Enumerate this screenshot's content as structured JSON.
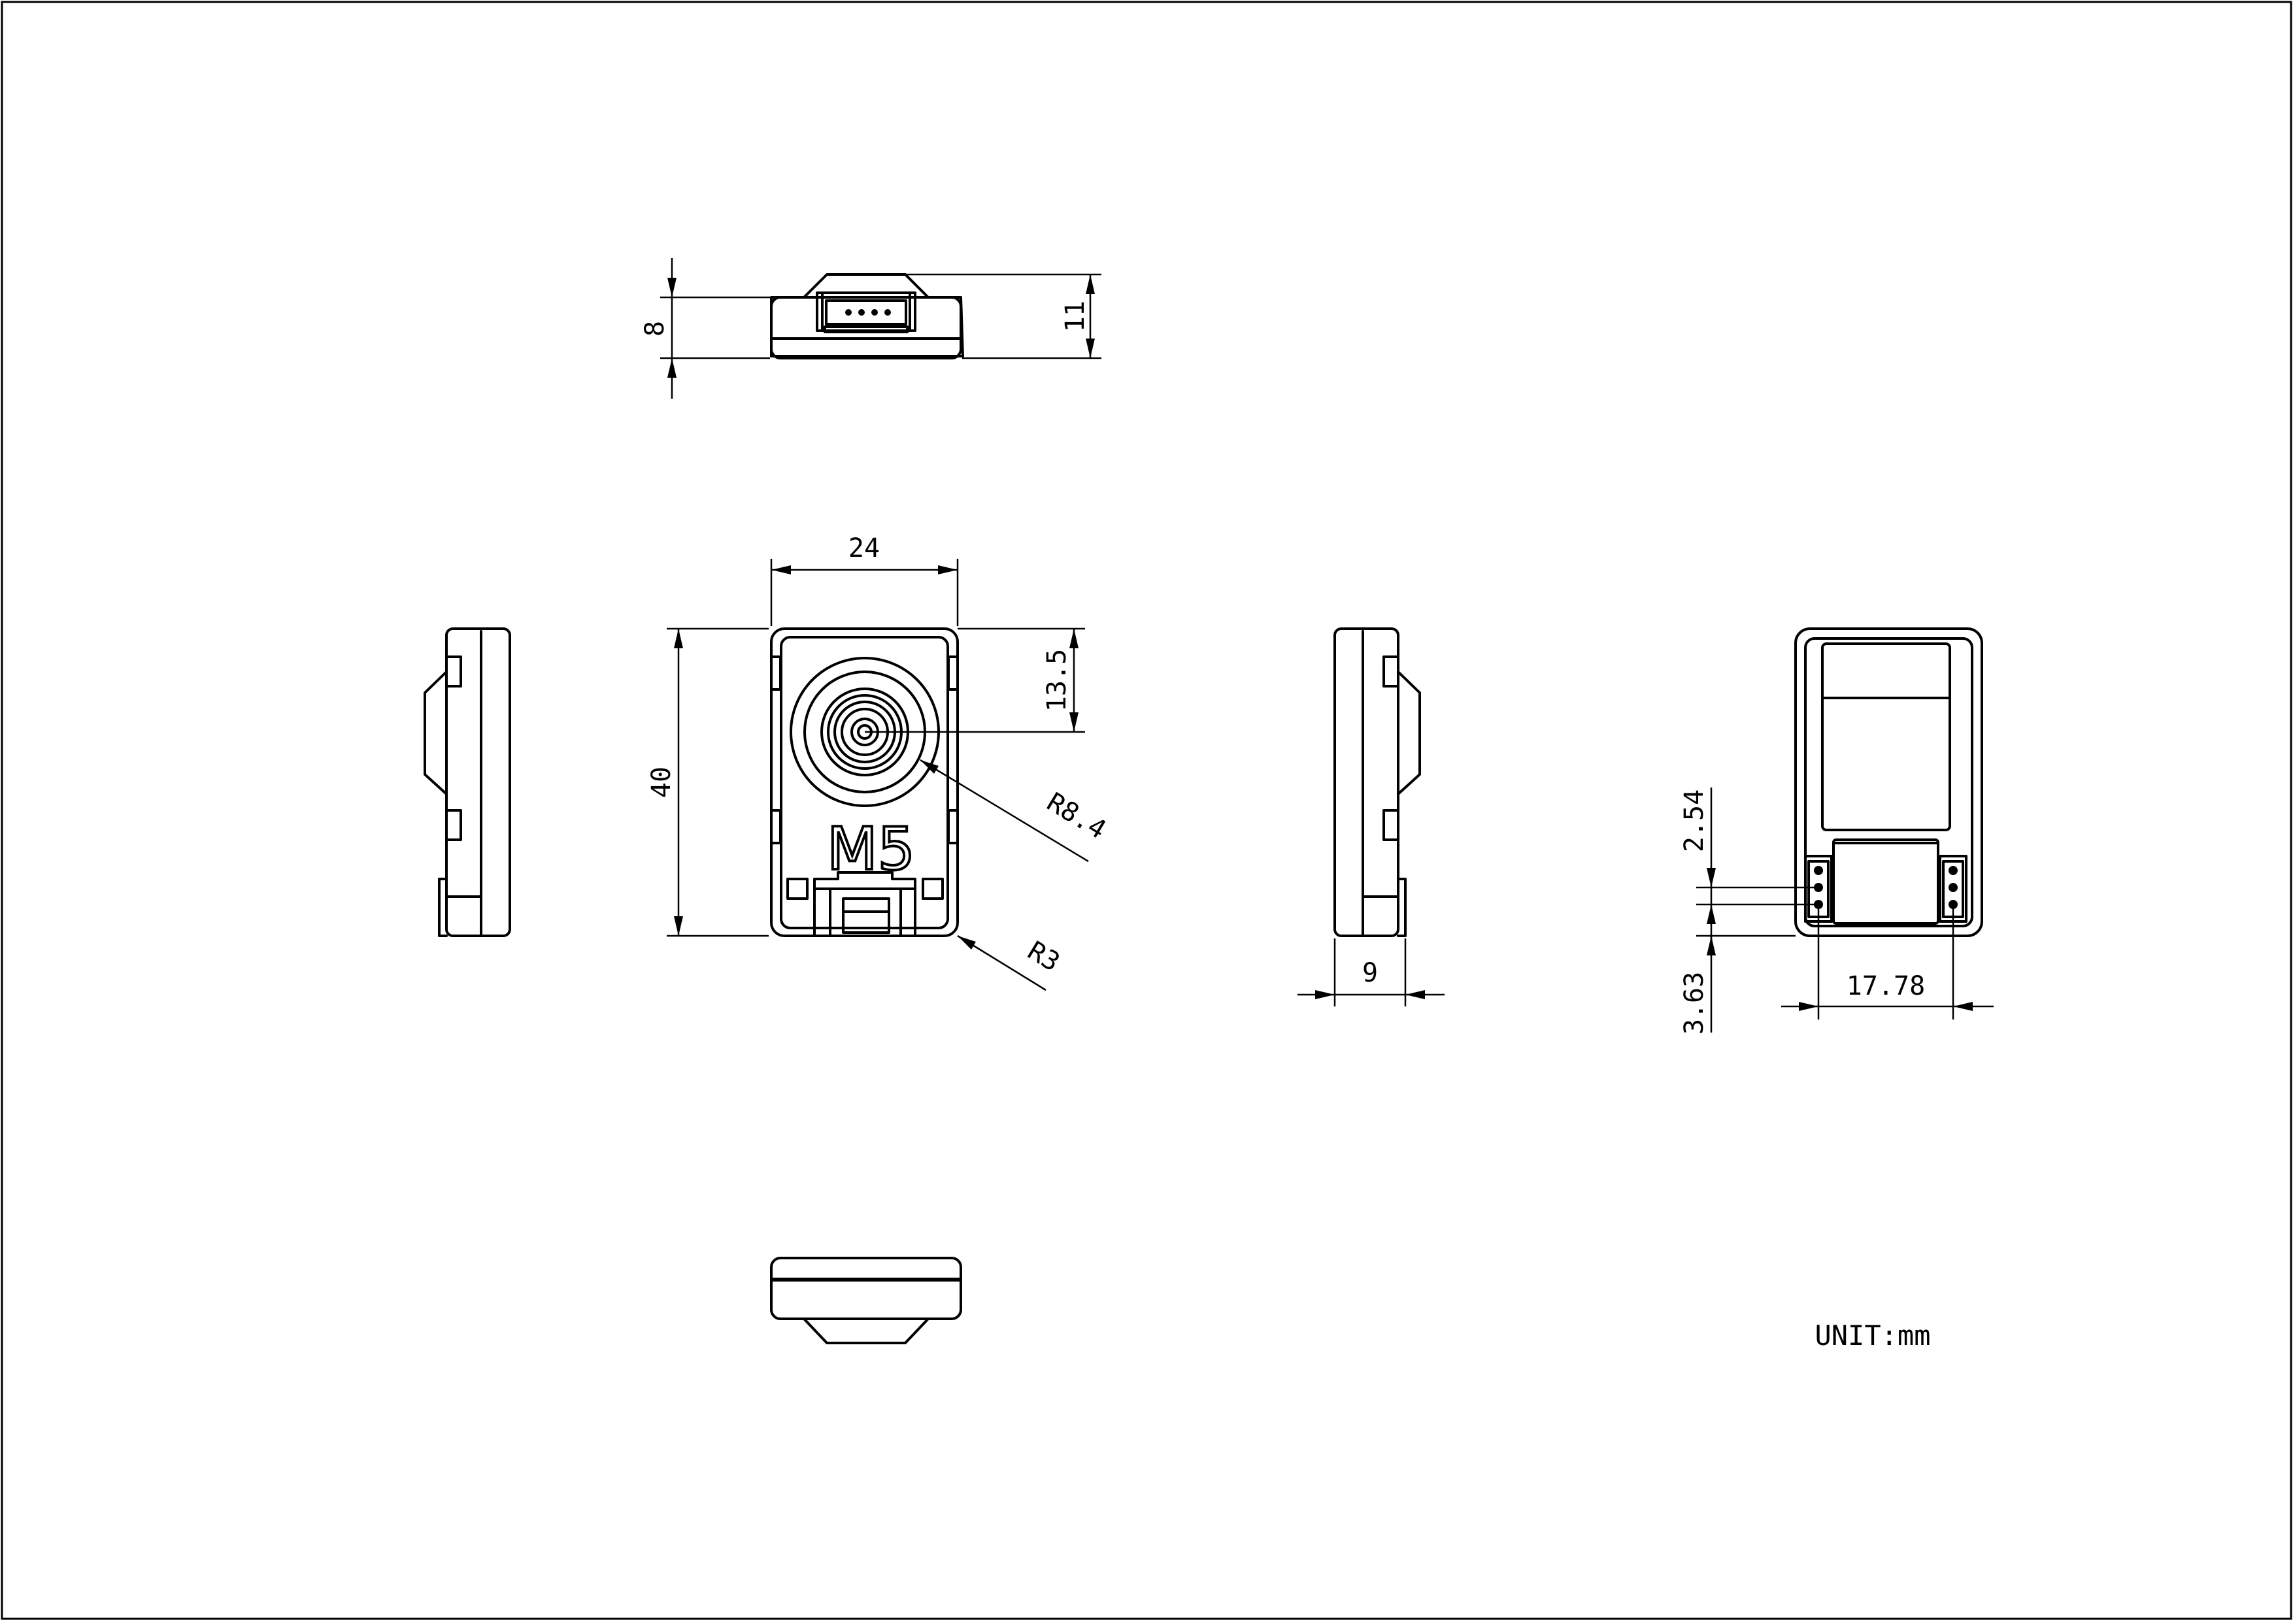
{
  "drawing": {
    "logo_text": "M5",
    "unit_note": "UNIT:mm",
    "dimensions": {
      "top_height_inner": "8",
      "top_height_outer": "11",
      "front_width": "24",
      "front_height": "40",
      "lens_offset": "13.5",
      "lens_radius": "R8.4",
      "corner_radius": "R3",
      "side_depth": "9",
      "pin_pitch": "2.54",
      "pin_offset": "3.63",
      "header_spacing": "17.78"
    }
  }
}
